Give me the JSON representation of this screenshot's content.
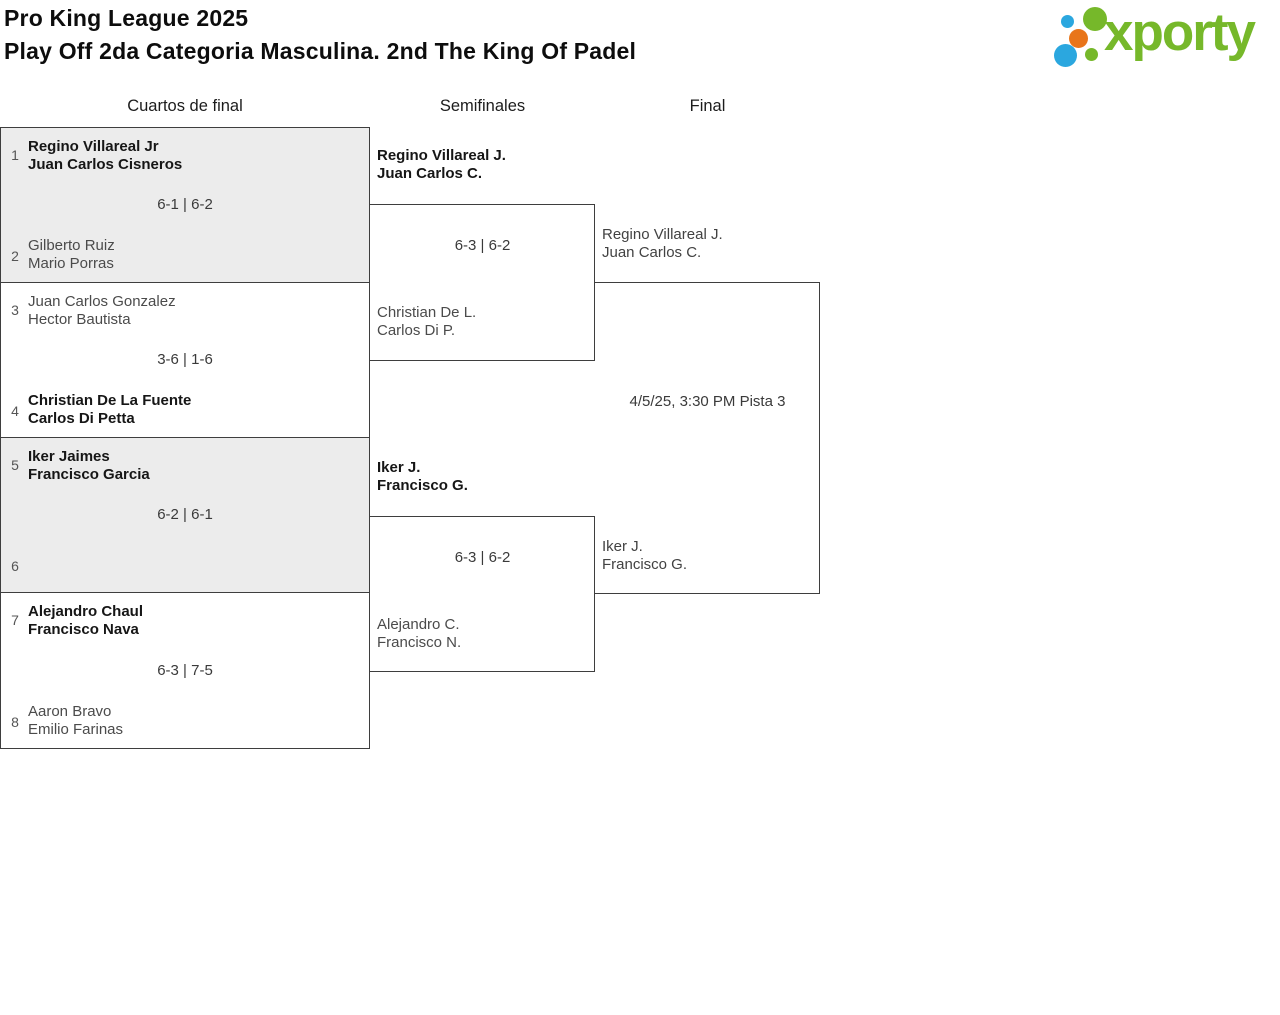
{
  "header": {
    "title": "Pro King League 2025",
    "subtitle": "Play Off 2da Categoria Masculina. 2nd The King Of Padel"
  },
  "logo": {
    "brand": "xporty",
    "green": "#76b82a",
    "blue": "#2ba7df",
    "orange": "#e8751a"
  },
  "rounds": {
    "quarterfinals_label": "Cuartos de final",
    "semifinals_label": "Semifinales",
    "final_label": "Final"
  },
  "quarterfinals": [
    {
      "seed_top": "1",
      "top_line1": "Regino Villareal Jr",
      "top_line2": "Juan Carlos Cisneros",
      "score": "6-1 | 6-2",
      "seed_bottom": "2",
      "bottom_line1": "Gilberto Ruiz",
      "bottom_line2": "Mario Porras"
    },
    {
      "seed_top": "3",
      "top_line1": "Juan Carlos Gonzalez",
      "top_line2": "Hector Bautista",
      "score": "3-6 | 1-6",
      "seed_bottom": "4",
      "bottom_line1": "Christian De La Fuente",
      "bottom_line2": "Carlos Di Petta"
    },
    {
      "seed_top": "5",
      "top_line1": "Iker Jaimes",
      "top_line2": "Francisco Garcia",
      "score": "6-2 | 6-1",
      "seed_bottom": "6",
      "bottom_line1": "",
      "bottom_line2": ""
    },
    {
      "seed_top": "7",
      "top_line1": "Alejandro Chaul",
      "top_line2": "Francisco Nava",
      "score": "6-3 | 7-5",
      "seed_bottom": "8",
      "bottom_line1": "Aaron Bravo",
      "bottom_line2": "Emilio Farinas"
    }
  ],
  "semifinals": [
    {
      "top_line1": "Regino Villareal J.",
      "top_line2": "Juan Carlos C.",
      "score": "6-3 | 6-2",
      "bottom_line1": "Christian De L.",
      "bottom_line2": "Carlos Di P."
    },
    {
      "top_line1": "Iker J.",
      "top_line2": "Francisco G.",
      "score": "6-3 | 6-2",
      "bottom_line1": "Alejandro C.",
      "bottom_line2": "Francisco N."
    }
  ],
  "final": {
    "top_line1": "Regino Villareal J.",
    "top_line2": "Juan Carlos C.",
    "schedule": "4/5/25, 3:30 PM Pista 3",
    "bottom_line1": "Iker J.",
    "bottom_line2": "Francisco G."
  }
}
